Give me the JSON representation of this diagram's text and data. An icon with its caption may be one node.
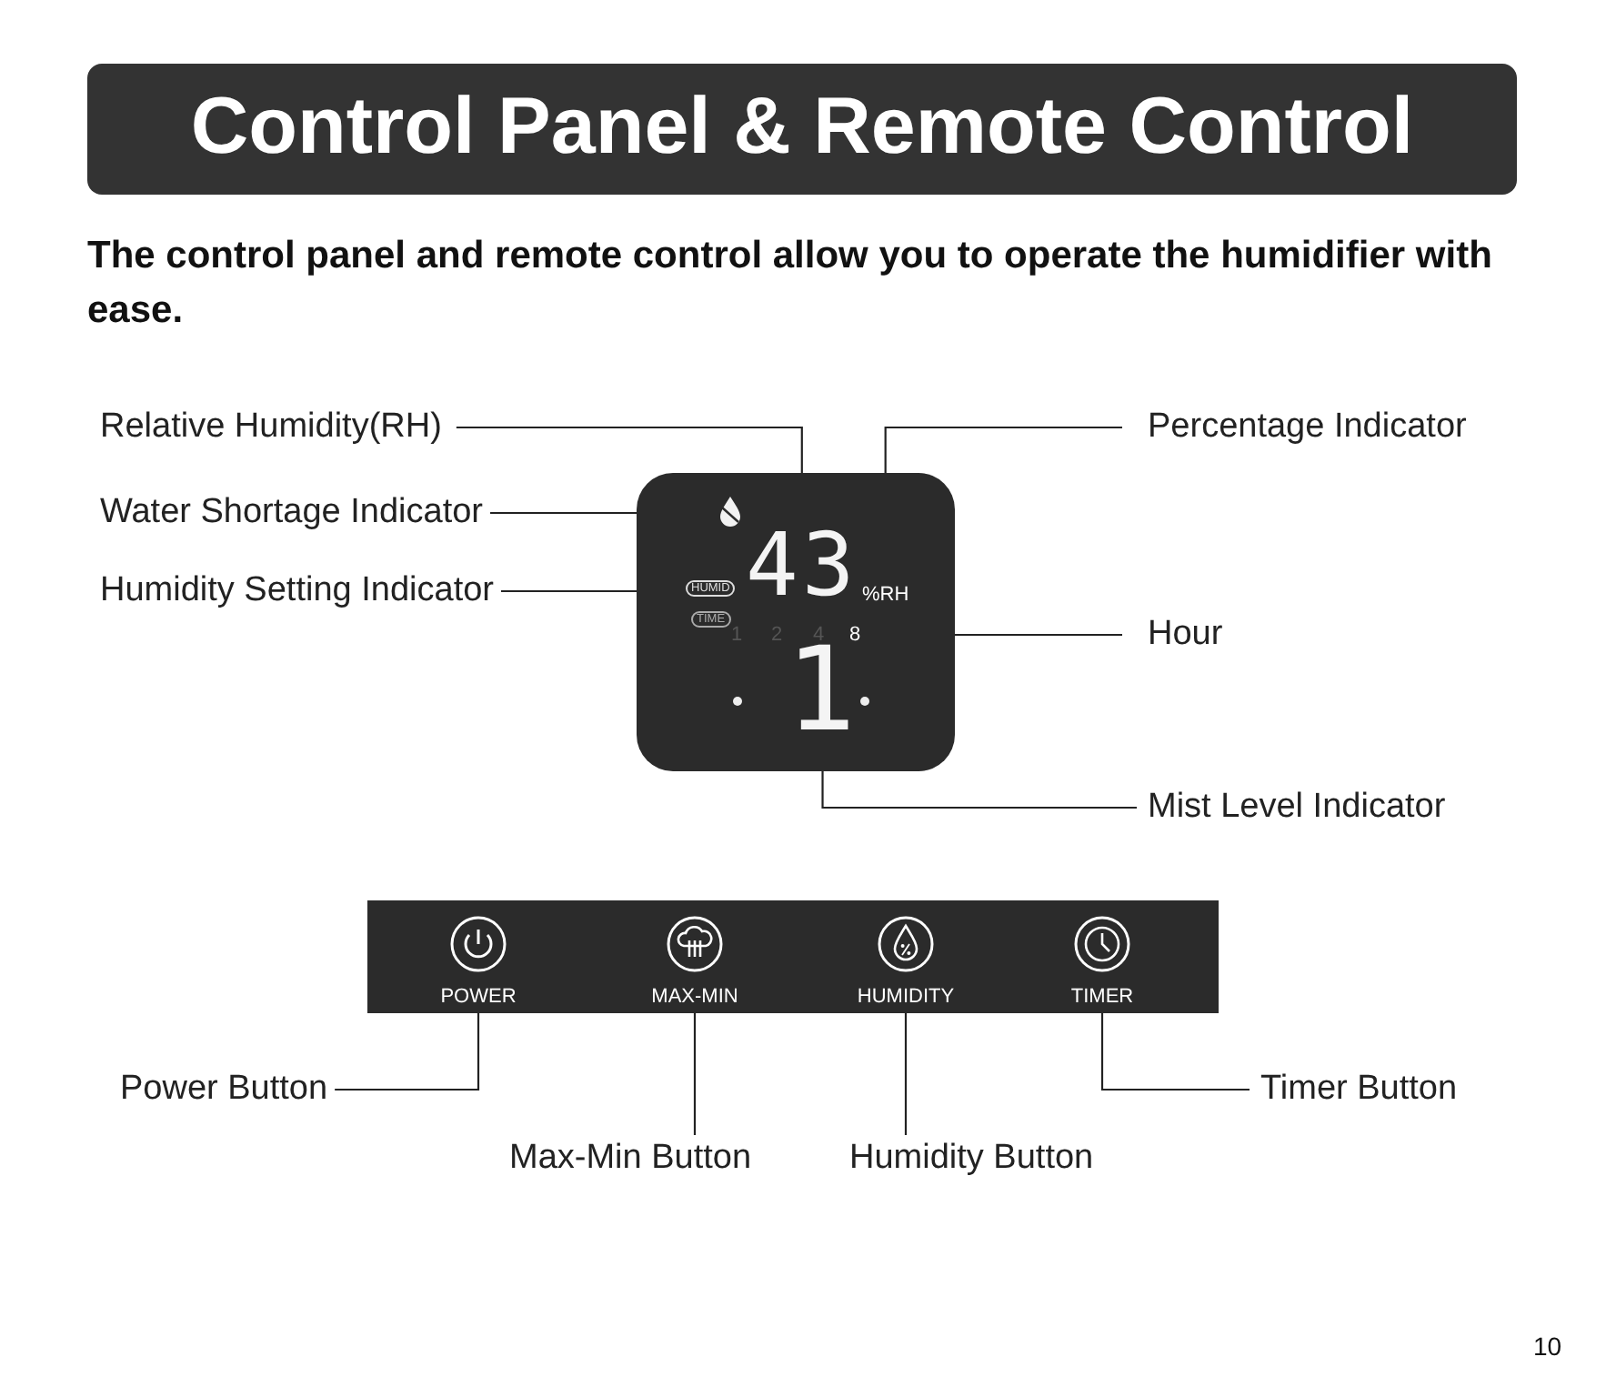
{
  "diagram": {
    "title": "Control Panel & Remote Control",
    "nodes": [
      {
        "text": [
          "Relative Humidity(RH)"
        ]
      },
      {
        "text": [
          "Water Shortage Indicator"
        ]
      },
      {
        "text": [
          "Humidity Setting Indicator"
        ]
      },
      {
        "text": [
          "Percentage Indicator"
        ]
      },
      {
        "text": [
          "Hour"
        ]
      },
      {
        "text": [
          "Mist Level Indicator"
        ]
      },
      {
        "text": [],
        "shape": "box"
      },
      {
        "text": [],
        "shape": "drop",
        "in": 6
      },
      {
        "text": [
          "43"
        ],
        "in": 6
      },
      {
        "text": [
          "%RH"
        ],
        "in": 6
      },
      {
        "text": [
          "HUMID"
        ],
        "in": 6
      },
      {
        "text": [
          "TIME"
        ],
        "in": 6
      },
      {
        "text": [
          "8"
        ],
        "in": 6
      },
      {
        "text": [
          "1"
        ],
        "in": 6
      },
      {
        "text": [],
        "shape": "bar"
      },
      {
        "text": [
          "POWER"
        ],
        "in": 14
      },
      {
        "text": [
          "MAX-MIN"
        ],
        "in": 14
      },
      {
        "text": [
          "HUMIDITY"
        ],
        "in": 14
      },
      {
        "text": [
          "TIMER"
        ],
        "in": 14
      },
      {
        "text": [
          "Power Button"
        ]
      },
      {
        "text": [
          "Max-Min Button"
        ]
      },
      {
        "text": [
          "Humidity Button"
        ]
      },
      {
        "text": [
          "Timer Button"
        ]
      }
    ],
    "edges": [
      {
        "from": 0,
        "to": 8,
        "arrow": "none"
      },
      {
        "from": 1,
        "to": 7,
        "arrow": "none"
      },
      {
        "from": 2,
        "to": 10,
        "arrow": "none"
      },
      {
        "from": 3,
        "to": 9,
        "arrow": "none"
      },
      {
        "from": 4,
        "to": 12,
        "arrow": "none"
      },
      {
        "from": 5,
        "to": 13,
        "arrow": "none"
      },
      {
        "from": 19,
        "to": 15,
        "arrow": "none"
      },
      {
        "from": 20,
        "to": 16,
        "arrow": "none"
      },
      {
        "from": 21,
        "to": 17,
        "arrow": "none"
      },
      {
        "from": 22,
        "to": 18,
        "arrow": "none"
      }
    ],
    "labels": [
      "The control panel and remote control allow you to operate the humidifier with ease.",
      "1",
      "2",
      "4",
      "10"
    ]
  }
}
